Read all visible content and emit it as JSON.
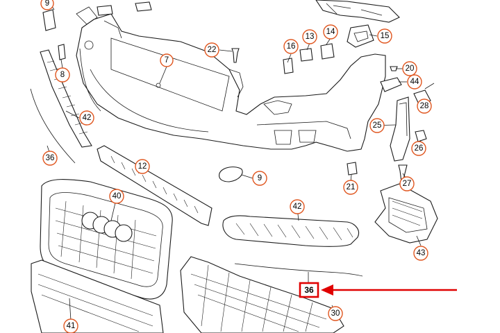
{
  "callouts": {
    "c9a": "9",
    "c16": "16",
    "c13": "13",
    "c14": "14",
    "c15": "15",
    "c22": "22",
    "c7": "7",
    "c8": "8",
    "c20": "20",
    "c44": "44",
    "c28": "28",
    "c42a": "42",
    "c25": "25",
    "c26": "26",
    "c36a": "36",
    "c12": "12",
    "c9b": "9",
    "c21": "21",
    "c27": "27",
    "c40": "40",
    "c42b": "42",
    "c43": "43",
    "c41": "41",
    "c30": "30"
  },
  "highlight": {
    "label": "36",
    "color": "#e00000"
  },
  "colors": {
    "callout_ring": "#e0561f",
    "line": "#1a1a1a"
  }
}
